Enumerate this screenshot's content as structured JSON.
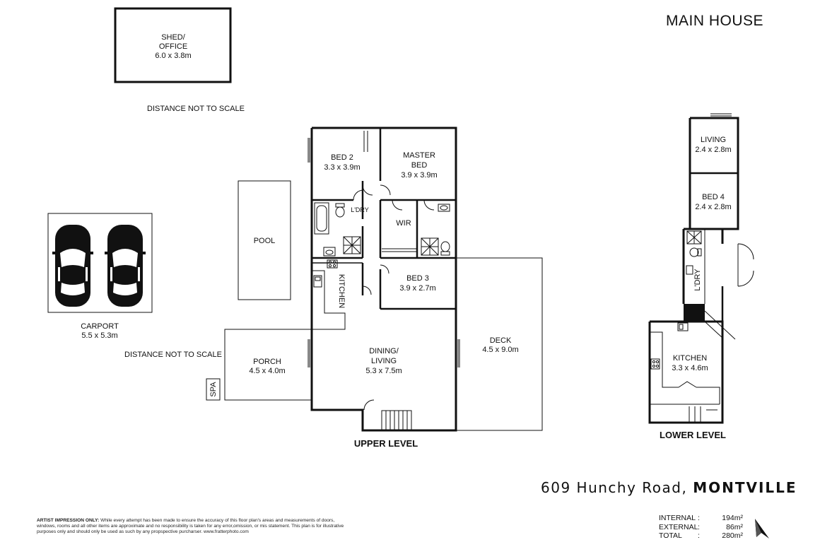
{
  "title": "MAIN HOUSE",
  "address": {
    "street": "609 Hunchy Road,",
    "town": "MONTVILLE"
  },
  "notes": {
    "distance_top": "DISTANCE NOT TO SCALE",
    "distance_mid": "DISTANCE NOT TO SCALE"
  },
  "levels": {
    "upper": "UPPER LEVEL",
    "lower": "LOWER LEVEL"
  },
  "shed": {
    "name1": "SHED/",
    "name2": "OFFICE",
    "dims": "6.0 x 3.8m"
  },
  "carport": {
    "name": "CARPORT",
    "dims": "5.5 x 5.3m"
  },
  "pool": {
    "name": "POOL"
  },
  "spa": {
    "name": "SPA"
  },
  "porch": {
    "name": "PORCH",
    "dims": "4.5 x 4.0m"
  },
  "upper_rooms": {
    "bed2": {
      "name": "BED 2",
      "dims": "3.3 x 3.9m"
    },
    "master": {
      "name1": "MASTER",
      "name2": "BED",
      "dims": "3.9 x 3.9m"
    },
    "laundry": {
      "name": "L'DRY"
    },
    "wir": {
      "name": "WIR"
    },
    "bed3": {
      "name": "BED 3",
      "dims": "3.9 x 2.7m"
    },
    "kitchen": {
      "name": "KITCHEN"
    },
    "dining": {
      "name1": "DINING/",
      "name2": "LIVING",
      "dims": "5.3 x 7.5m"
    },
    "deck": {
      "name": "DECK",
      "dims": "4.5 x 9.0m"
    }
  },
  "lower_rooms": {
    "living": {
      "name": "LIVING",
      "dims": "2.4 x 2.8m"
    },
    "bed4": {
      "name": "BED 4",
      "dims": "2.4 x 2.8m"
    },
    "laundry": {
      "name": "L'DRY"
    },
    "kitchen": {
      "name": "KITCHEN",
      "dims": "3.3 x 4.6m"
    }
  },
  "disclaimer": {
    "lead": "ARTIST IMPRESSION ONLY:",
    "text": "While every attempt has been made to ensure the accuracy of this floor plan's areas and measurements of doors, windows, rooms and all other items are approximate and no responsibility is taken for any error,omission, or mis statement. This plan is for illustrative purposes only and should only be used as such by any propspective purcharser. www.fratterphoto.com"
  },
  "areas": [
    {
      "label": "INTERNAL",
      "value": "194m²"
    },
    {
      "label": "EXTERNAL",
      "value": "86m²"
    },
    {
      "label": "TOTAL",
      "value": "280m²"
    }
  ],
  "icons": [
    "car-icon",
    "bathtub-icon",
    "shower-icon",
    "toilet-icon",
    "sink-icon",
    "stove-icon",
    "compass-arrow-icon"
  ]
}
